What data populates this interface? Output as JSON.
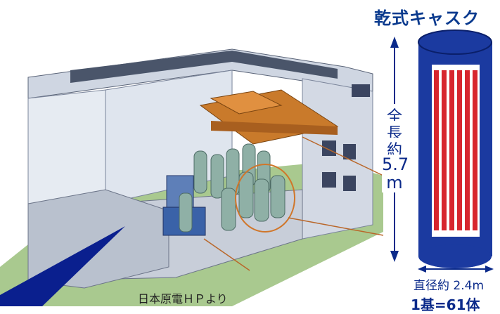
{
  "cask": {
    "title": "乾式キャスク",
    "length_label": [
      "全",
      "長",
      "約"
    ],
    "length_value": "5.7",
    "length_unit": "m",
    "diameter_label": "直径約 2.4m",
    "count_label": "1基=61体"
  },
  "credit": "日本原電ＨＰより",
  "colors": {
    "cask_body": "#1b3aa0",
    "cask_stripes_red": "#d7262e",
    "text_blue": "#0b2a8a",
    "ground": "#a9c98f"
  }
}
